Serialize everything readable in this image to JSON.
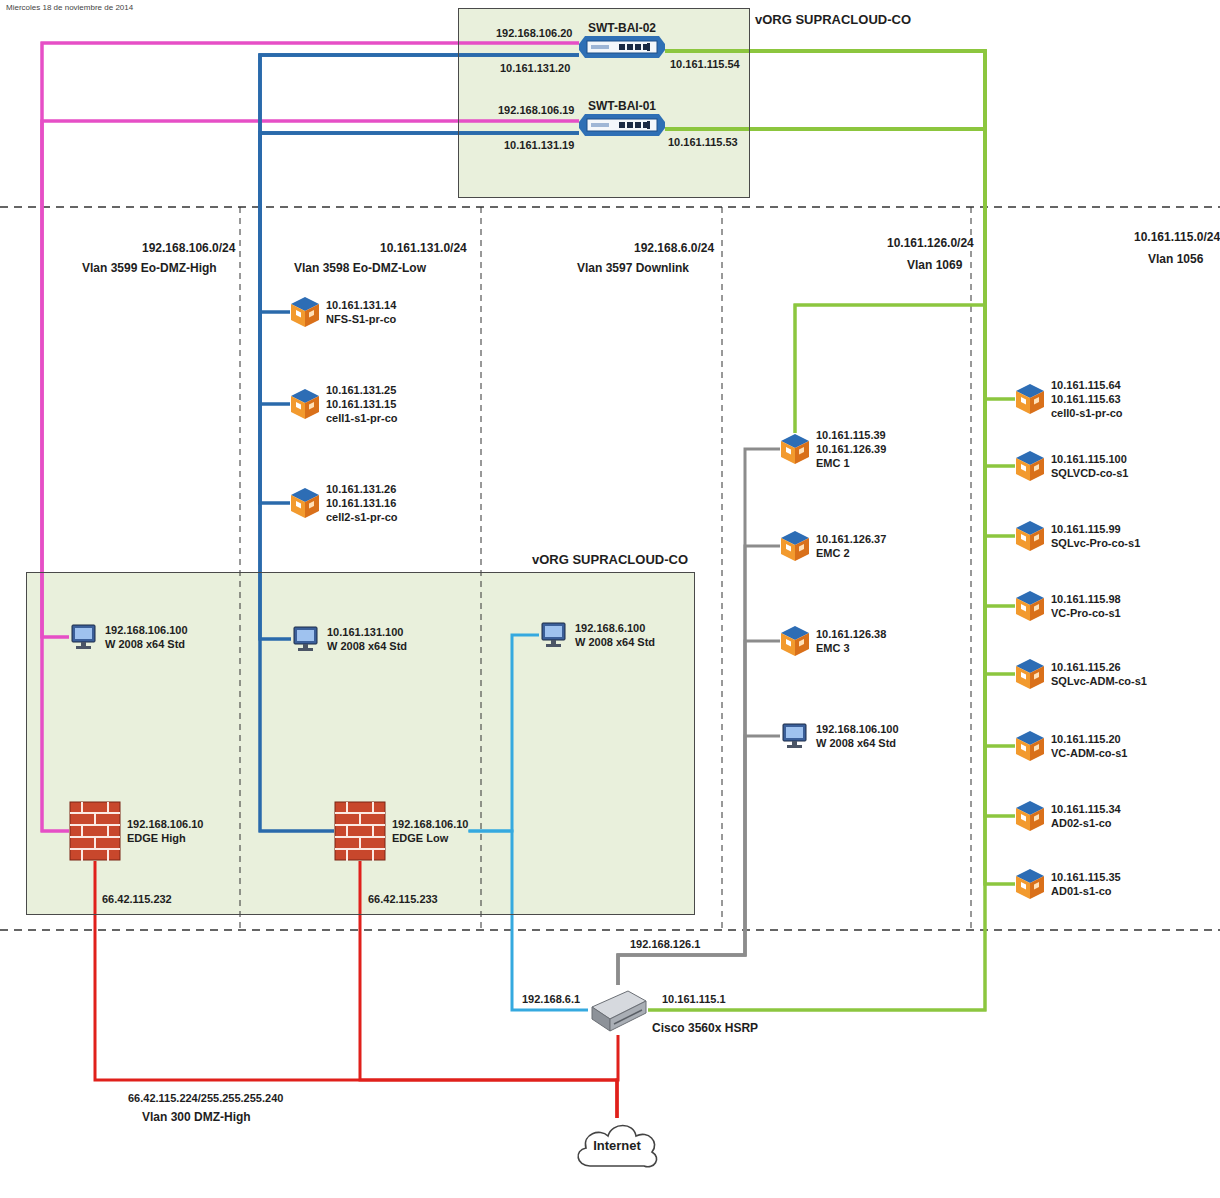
{
  "diagram": {
    "nodes": [
      {
        "text": [
          "vORG SUPRACLOUD-CO"
        ]
      },
      {
        "text": [
          "SWT-BAI-02"
        ],
        "in": 0
      },
      {
        "text": [
          "SWT-BAI-01"
        ],
        "in": 0
      },
      {
        "text": [
          "10.161.131.14",
          "NFS-S1-pr-co"
        ]
      },
      {
        "text": [
          "10.161.131.25",
          "10.161.131.15",
          "cell1-s1-pr-co"
        ]
      },
      {
        "text": [
          "10.161.131.26",
          "10.161.131.16",
          "cell2-s1-pr-co"
        ]
      },
      {
        "text": [
          "vORG SUPRACLOUD-CO"
        ]
      },
      {
        "text": [
          "192.168.106.100",
          "W 2008 x64 Std"
        ],
        "in": 6
      },
      {
        "text": [
          "10.161.131.100",
          "W 2008 x64 Std"
        ],
        "in": 6
      },
      {
        "text": [
          "192.168.6.100",
          "W 2008 x64 Std"
        ],
        "in": 6
      },
      {
        "text": [
          "192.168.106.10",
          "EDGE High"
        ],
        "in": 6
      },
      {
        "text": [
          "192.168.106.10",
          "EDGE Low"
        ],
        "in": 6
      },
      {
        "text": [
          "10.161.115.39",
          "10.161.126.39",
          "EMC 1"
        ]
      },
      {
        "text": [
          "10.161.126.37",
          "EMC 2"
        ]
      },
      {
        "text": [
          "10.161.126.38",
          "EMC 3"
        ]
      },
      {
        "text": [
          "192.168.106.100",
          "W 2008 x64 Std"
        ]
      },
      {
        "text": [
          "10.161.115.64",
          "10.161.115.63",
          "cell0-s1-pr-co"
        ]
      },
      {
        "text": [
          "10.161.115.100",
          "SQLVCD-co-s1"
        ]
      },
      {
        "text": [
          "10.161.115.99",
          "SQLvc-Pro-co-s1"
        ]
      },
      {
        "text": [
          "10.161.115.98",
          "VC-Pro-co-s1"
        ]
      },
      {
        "text": [
          "10.161.115.26",
          "SQLvc-ADM-co-s1"
        ]
      },
      {
        "text": [
          "10.161.115.20",
          "VC-ADM-co-s1"
        ]
      },
      {
        "text": [
          "10.161.115.34",
          "AD02-s1-co"
        ]
      },
      {
        "text": [
          "10.161.115.35",
          "AD01-s1-co"
        ]
      },
      {
        "text": [
          "Cisco 3560x HSRP"
        ]
      },
      {
        "text": [
          "Internet"
        ]
      }
    ],
    "edges": [
      {
        "from": 1,
        "to": 7,
        "arrow": "none"
      },
      {
        "from": 1,
        "to": 10,
        "arrow": "none"
      },
      {
        "from": 2,
        "to": 7,
        "arrow": "none"
      },
      {
        "from": 2,
        "to": 10,
        "arrow": "none"
      },
      {
        "from": 1,
        "to": 3,
        "arrow": "none"
      },
      {
        "from": 1,
        "to": 4,
        "arrow": "none"
      },
      {
        "from": 1,
        "to": 5,
        "arrow": "none"
      },
      {
        "from": 1,
        "to": 8,
        "arrow": "none"
      },
      {
        "from": 1,
        "to": 11,
        "arrow": "none"
      },
      {
        "from": 2,
        "to": 3,
        "arrow": "none"
      },
      {
        "from": 2,
        "to": 4,
        "arrow": "none"
      },
      {
        "from": 2,
        "to": 5,
        "arrow": "none"
      },
      {
        "from": 2,
        "to": 8,
        "arrow": "none"
      },
      {
        "from": 2,
        "to": 11,
        "arrow": "none"
      },
      {
        "from": 1,
        "to": 12,
        "arrow": "none"
      },
      {
        "from": 1,
        "to": 16,
        "arrow": "none"
      },
      {
        "from": 1,
        "to": 17,
        "arrow": "none"
      },
      {
        "from": 1,
        "to": 18,
        "arrow": "none"
      },
      {
        "from": 1,
        "to": 19,
        "arrow": "none"
      },
      {
        "from": 1,
        "to": 20,
        "arrow": "none"
      },
      {
        "from": 1,
        "to": 21,
        "arrow": "none"
      },
      {
        "from": 1,
        "to": 22,
        "arrow": "none"
      },
      {
        "from": 1,
        "to": 23,
        "arrow": "none"
      },
      {
        "from": 1,
        "to": 24,
        "arrow": "none"
      },
      {
        "from": 2,
        "to": 12,
        "arrow": "none"
      },
      {
        "from": 2,
        "to": 16,
        "arrow": "none"
      },
      {
        "from": 2,
        "to": 17,
        "arrow": "none"
      },
      {
        "from": 2,
        "to": 18,
        "arrow": "none"
      },
      {
        "from": 2,
        "to": 19,
        "arrow": "none"
      },
      {
        "from": 2,
        "to": 20,
        "arrow": "none"
      },
      {
        "from": 2,
        "to": 21,
        "arrow": "none"
      },
      {
        "from": 2,
        "to": 22,
        "arrow": "none"
      },
      {
        "from": 2,
        "to": 23,
        "arrow": "none"
      },
      {
        "from": 2,
        "to": 24,
        "arrow": "none"
      },
      {
        "from": 11,
        "to": 9,
        "arrow": "none"
      },
      {
        "from": 11,
        "to": 24,
        "arrow": "none"
      },
      {
        "from": 24,
        "to": 12,
        "arrow": "none"
      },
      {
        "from": 24,
        "to": 13,
        "arrow": "none"
      },
      {
        "from": 24,
        "to": 14,
        "arrow": "none"
      },
      {
        "from": 24,
        "to": 15,
        "arrow": "none"
      },
      {
        "from": 10,
        "to": 25,
        "arrow": "none"
      },
      {
        "from": 11,
        "to": 25,
        "arrow": "none"
      },
      {
        "from": 24,
        "to": 25,
        "arrow": "none"
      }
    ],
    "labels": [
      "Miercoles 18 de noviembre de 2014",
      "192.168.106.0/24",
      "Vlan 3599 Eo-DMZ-High",
      "10.161.131.0/24",
      "Vlan 3598 Eo-DMZ-Low",
      "192.168.6.0/24",
      "Vlan 3597 Downlink",
      "10.161.126.0/24",
      "Vlan 1069",
      "10.161.115.0/24",
      "Vlan 1056",
      "192.168.106.20",
      "10.161.131.20",
      "10.161.115.54",
      "192.168.106.19",
      "10.161.131.19",
      "10.161.115.53",
      "66.42.115.232",
      "66.42.115.233",
      "192.168.126.1",
      "192.168.6.1",
      "10.161.115.1",
      "66.42.115.224/255.255.255.240",
      "Vlan 300 DMZ-High"
    ]
  }
}
